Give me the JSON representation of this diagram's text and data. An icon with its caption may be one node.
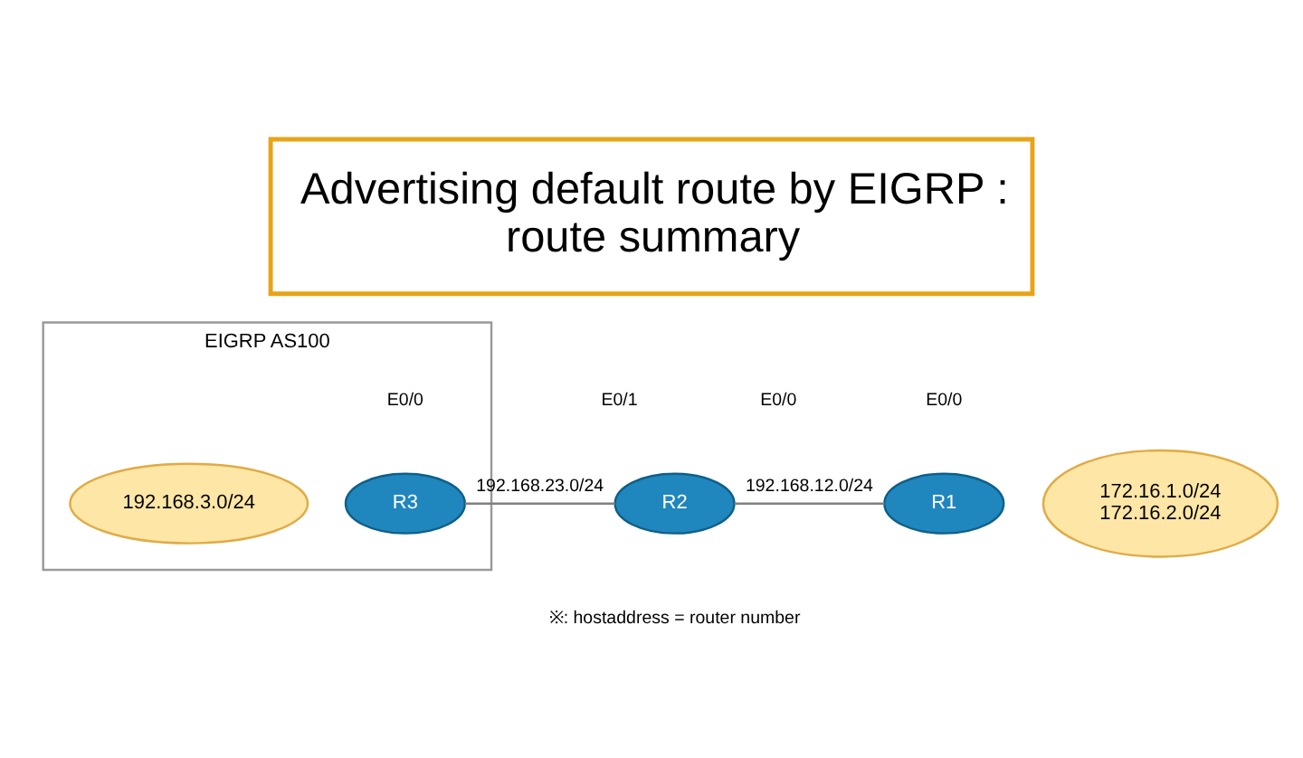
{
  "diagram": {
    "title": "Advertising default route by EIGRP : route summary",
    "nodes": [
      {
        "text": [
          "EIGRP AS100"
        ]
      },
      {
        "text": [
          "192.168.3.0/24"
        ],
        "in": 0
      },
      {
        "text": [
          "R3"
        ],
        "in": 0
      },
      {
        "text": [
          "R2"
        ]
      },
      {
        "text": [
          "R1"
        ]
      },
      {
        "text": [
          "172.16.1.0/24",
          "172.16.2.0/24"
        ]
      }
    ],
    "edges": [
      {
        "from": 2,
        "to": 3,
        "arrow": "none",
        "label": "192.168.23.0/24"
      },
      {
        "from": 3,
        "to": 4,
        "arrow": "none",
        "label": "192.168.12.0/24"
      }
    ],
    "labels": [
      "E0/0",
      "E0/1",
      "E0/0",
      "E0/0",
      "※: hostaddress = router number"
    ]
  }
}
